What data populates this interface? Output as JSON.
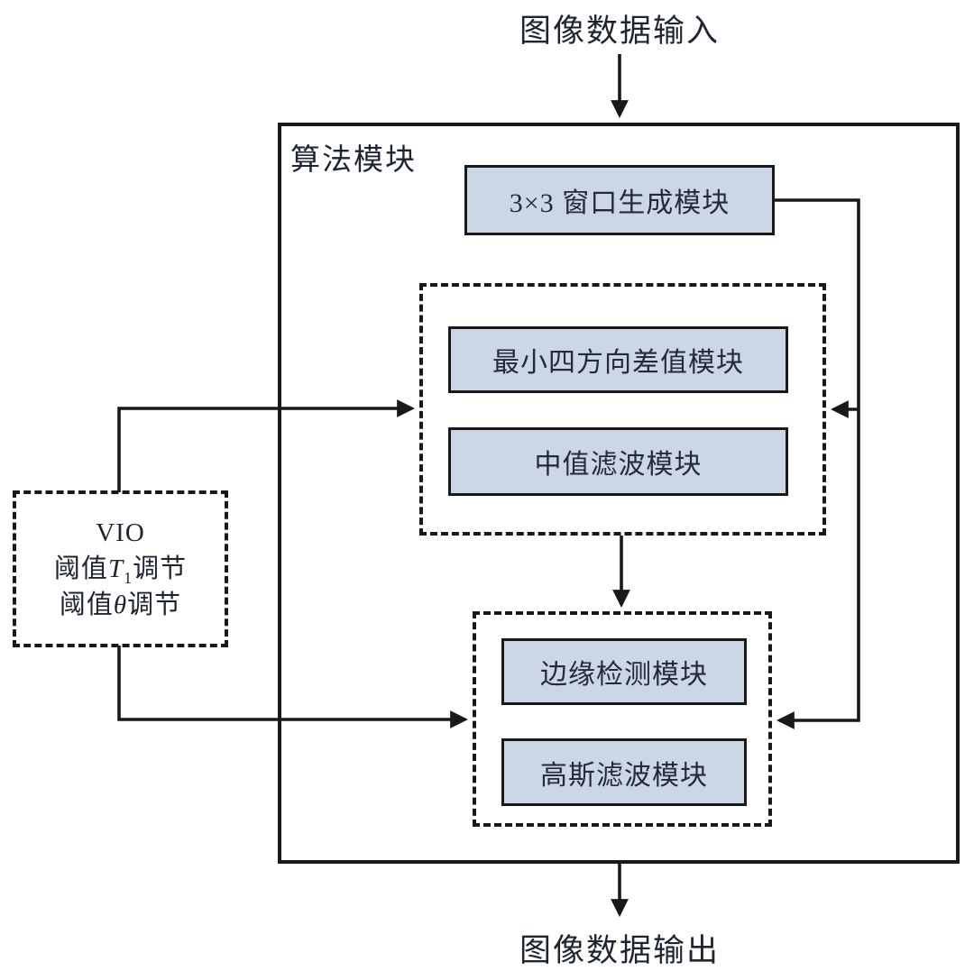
{
  "diagram": {
    "input_label": "图像数据输入",
    "output_label": "图像数据输出",
    "container_label": "算法模块",
    "window_module_label": "3×3 窗口生成模块",
    "denoise_group": {
      "modules": [
        "最小四方向差值模块",
        "中值滤波模块"
      ]
    },
    "edge_group": {
      "modules": [
        "边缘检测模块",
        "高斯滤波模块"
      ]
    },
    "vio": {
      "line1": "VIO",
      "line2": {
        "prefix": "阈值",
        "var": "T",
        "sub": "1",
        "suffix": "调节"
      },
      "line3": {
        "prefix": "阈值",
        "var": "θ",
        "suffix": "调节"
      }
    },
    "colors": {
      "module_fill": "#ccd7e6",
      "line": "#191919",
      "background": "#ffffff"
    }
  }
}
